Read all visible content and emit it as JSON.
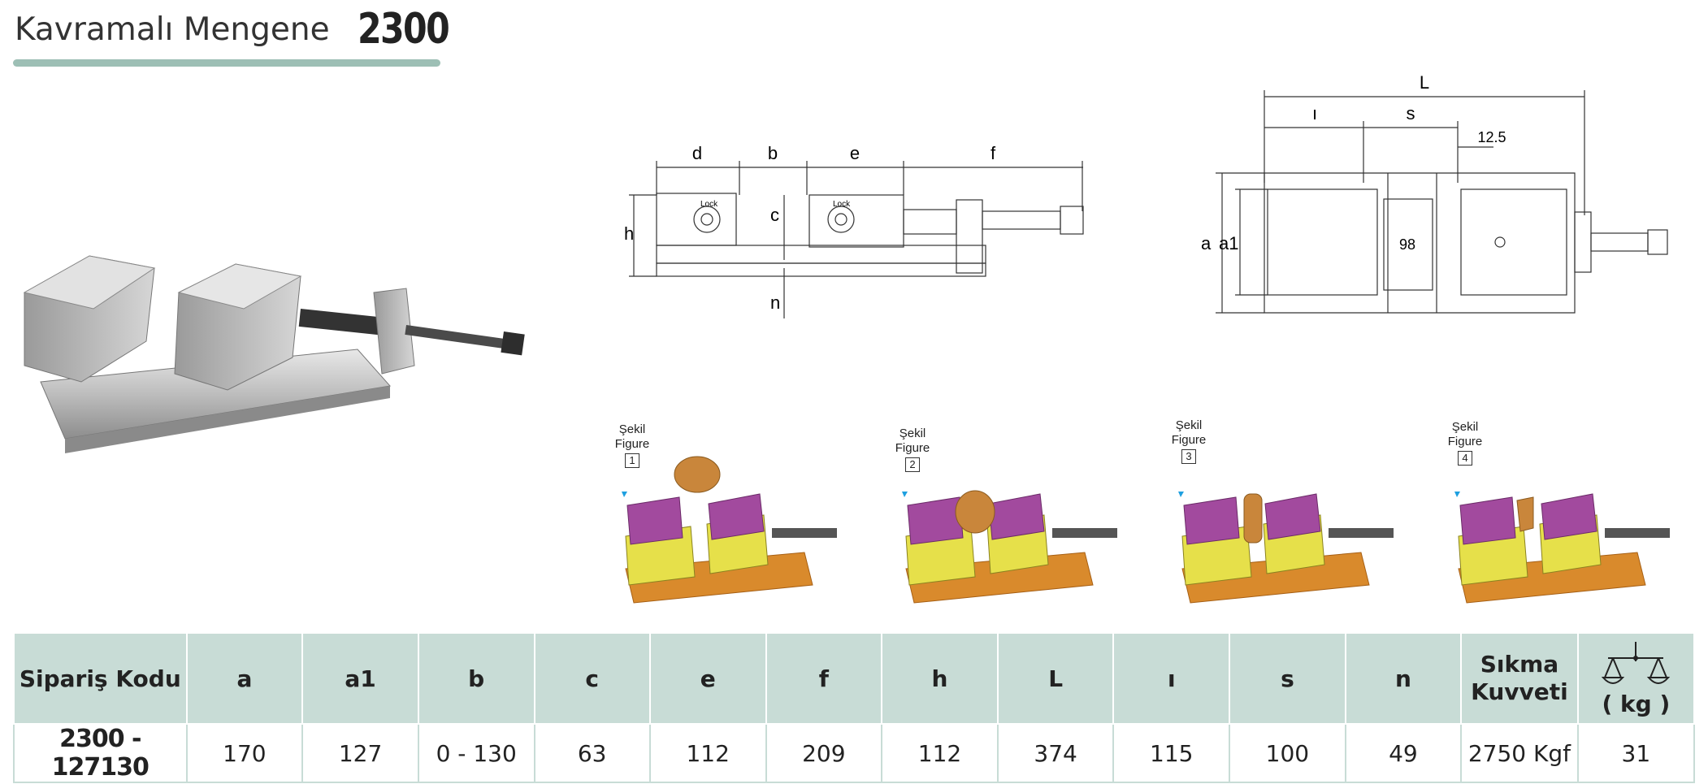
{
  "header": {
    "title": "Kavramalı Mengene",
    "model": "2300"
  },
  "icons": {
    "weight": "balance-scale-icon"
  },
  "colors": {
    "accent": "#9dbfb5",
    "table_header": "#c8dcd6",
    "jaw": "#a24a9e",
    "base": "#d98a2c",
    "insert": "#e6e04a",
    "workpiece": "#c9863b"
  },
  "drawing_side": {
    "labels": [
      "d",
      "b",
      "e",
      "f",
      "h",
      "c",
      "n"
    ],
    "lock_label": "Lock"
  },
  "drawing_top": {
    "labels": [
      "L",
      "ı",
      "s",
      "12.5",
      "a",
      "a1",
      "98"
    ]
  },
  "figures": [
    {
      "caption_tr": "Şekil",
      "caption_en": "Figure",
      "number": "1"
    },
    {
      "caption_tr": "Şekil",
      "caption_en": "Figure",
      "number": "2"
    },
    {
      "caption_tr": "Şekil",
      "caption_en": "Figure",
      "number": "3"
    },
    {
      "caption_tr": "Şekil",
      "caption_en": "Figure",
      "number": "4"
    }
  ],
  "table": {
    "headers": [
      "Sipariş Kodu",
      "a",
      "a1",
      "b",
      "c",
      "e",
      "f",
      "h",
      "L",
      "ı",
      "s",
      "n"
    ],
    "force_header": [
      "Sıkma",
      "Kuvveti"
    ],
    "weight_unit": "( kg )",
    "row": [
      "2300 - 127130",
      "170",
      "127",
      "0 - 130",
      "63",
      "112",
      "209",
      "112",
      "374",
      "115",
      "100",
      "49",
      "2750 Kgf",
      "31"
    ]
  }
}
